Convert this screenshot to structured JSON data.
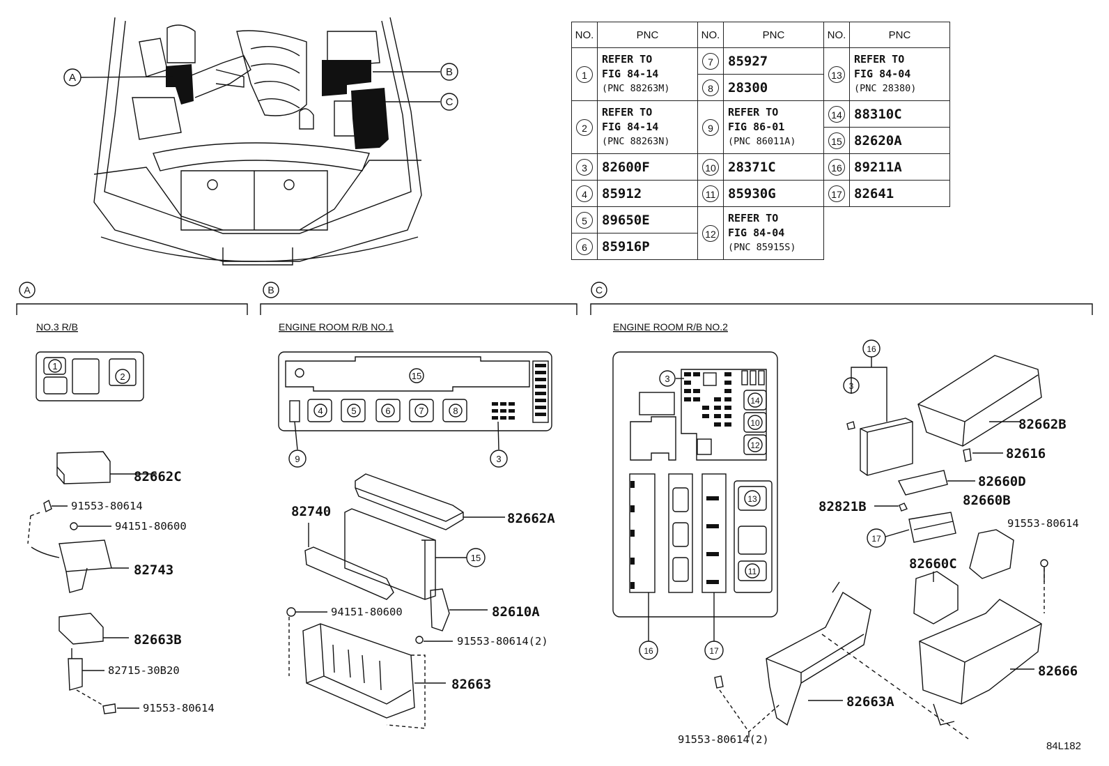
{
  "table": {
    "headers": [
      "NO.",
      "PNC",
      "NO.",
      "PNC",
      "NO.",
      "PNC"
    ],
    "items": {
      "1": {
        "no": "1",
        "line1": "REFER TO",
        "line2": "FIG 84-14",
        "line3": "(PNC 88263M)"
      },
      "2": {
        "no": "2",
        "line1": "REFER TO",
        "line2": "FIG 84-14",
        "line3": "(PNC 88263N)"
      },
      "3": {
        "no": "3",
        "pnc": "82600F"
      },
      "4": {
        "no": "4",
        "pnc": "85912"
      },
      "5": {
        "no": "5",
        "pnc": "89650E"
      },
      "6": {
        "no": "6",
        "pnc": "85916P"
      },
      "7": {
        "no": "7",
        "pnc": "85927"
      },
      "8": {
        "no": "8",
        "pnc": "28300"
      },
      "9": {
        "no": "9",
        "line1": "REFER TO",
        "line2": "FIG 86-01",
        "line3": "(PNC 86011A)"
      },
      "10": {
        "no": "10",
        "pnc": "28371C"
      },
      "11": {
        "no": "11",
        "pnc": "85930G"
      },
      "12": {
        "no": "12",
        "line1": "REFER TO",
        "line2": "FIG 84-04",
        "line3": "(PNC 85915S)"
      },
      "13": {
        "no": "13",
        "line1": "REFER TO",
        "line2": "FIG 84-04",
        "line3": "(PNC 28380)"
      },
      "14": {
        "no": "14",
        "pnc": "88310C"
      },
      "15": {
        "no": "15",
        "pnc": "82620A"
      },
      "16": {
        "no": "16",
        "pnc": "89211A"
      },
      "17": {
        "no": "17",
        "pnc": "82641"
      }
    }
  },
  "overview": {
    "callouts": [
      "A",
      "B",
      "C"
    ]
  },
  "sections": {
    "a": {
      "letter": "A",
      "title": "NO.3 R/B",
      "parts": [
        "82662C",
        "91553-80614",
        "94151-80600",
        "82743",
        "82663B",
        "82715-30B20",
        "91553-80614"
      ],
      "box_nums": [
        "1",
        "2"
      ]
    },
    "b": {
      "letter": "B",
      "title": "ENGINE ROOM R/B NO.1",
      "parts": [
        "82740",
        "82662A",
        "82610A",
        "94151-80600",
        "91553-80614(2)",
        "82663"
      ],
      "box_nums": [
        "15",
        "4",
        "5",
        "6",
        "7",
        "8",
        "9",
        "3",
        "15"
      ]
    },
    "c": {
      "letter": "C",
      "title": "ENGINE ROOM R/B NO.2",
      "parts": [
        "82662B",
        "82616",
        "82660D",
        "82821B",
        "82660B",
        "91553-80614",
        "82660C",
        "82666",
        "82663A",
        "91553-80614(2)"
      ],
      "box_nums": [
        "3",
        "14",
        "10",
        "12",
        "13",
        "11",
        "16",
        "17",
        "16",
        "3",
        "17"
      ]
    }
  },
  "figure_id": "84L182"
}
